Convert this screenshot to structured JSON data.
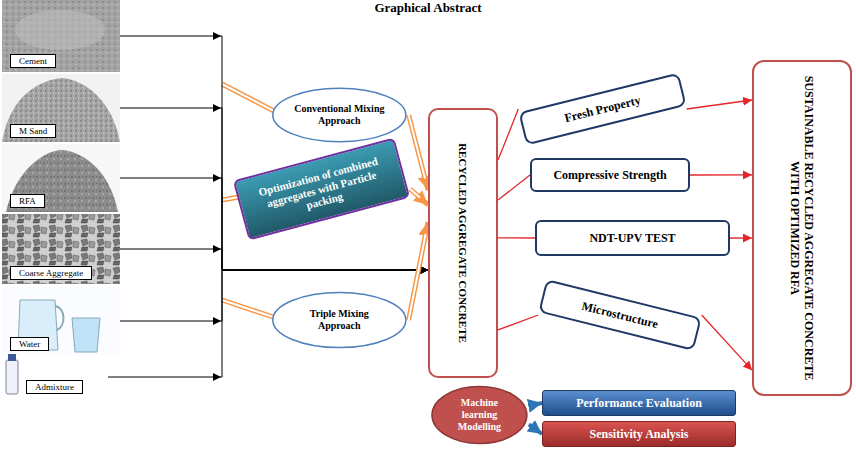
{
  "diagram": {
    "title": "Graphical Abstract",
    "nodes": [
      {
        "text": [
          "Cement"
        ]
      },
      {
        "text": [
          "M Sand"
        ]
      },
      {
        "text": [
          "RFA"
        ]
      },
      {
        "text": [
          "Coarse Aggregate"
        ]
      },
      {
        "text": [
          "Water"
        ]
      },
      {
        "text": [
          "Admixture"
        ]
      },
      {
        "text": [
          "Conventional Mixing Approach"
        ]
      },
      {
        "text": [
          "Optimization of combined aggregates with Particle packing"
        ]
      },
      {
        "text": [
          "Triple Mixing Approach"
        ]
      },
      {
        "text": [
          "RECYCLED AGGREGATE CONCRETE"
        ]
      },
      {
        "text": [
          "Fresh Property"
        ]
      },
      {
        "text": [
          "Compressive Strength"
        ]
      },
      {
        "text": [
          "NDT-UPV TEST"
        ]
      },
      {
        "text": [
          "Microstructure"
        ]
      },
      {
        "text": [
          "SUSTAINABLE RECYCLED AGGREGATE CONCRETE WITH OPTIMIZED RFA"
        ]
      },
      {
        "text": [
          "Machine learning Modelling"
        ]
      },
      {
        "text": [
          "Performance Evaluation"
        ]
      },
      {
        "text": [
          "Sensitivity Analysis"
        ]
      }
    ],
    "edges": [
      {
        "from": 0,
        "to": 9,
        "arrow": "to"
      },
      {
        "from": 1,
        "to": 9,
        "arrow": "to"
      },
      {
        "from": 2,
        "to": 9,
        "arrow": "to"
      },
      {
        "from": 3,
        "to": 9,
        "arrow": "to"
      },
      {
        "from": 4,
        "to": 9,
        "arrow": "to"
      },
      {
        "from": 5,
        "to": 9,
        "arrow": "to"
      },
      {
        "from": 6,
        "to": 9,
        "arrow": "to"
      },
      {
        "from": 7,
        "to": 9,
        "arrow": "to"
      },
      {
        "from": 8,
        "to": 9,
        "arrow": "to"
      },
      {
        "from": 9,
        "to": 10,
        "arrow": "none"
      },
      {
        "from": 10,
        "to": 14,
        "arrow": "to"
      },
      {
        "from": 9,
        "to": 11,
        "arrow": "none"
      },
      {
        "from": 11,
        "to": 14,
        "arrow": "to"
      },
      {
        "from": 9,
        "to": 12,
        "arrow": "none"
      },
      {
        "from": 12,
        "to": 14,
        "arrow": "to"
      },
      {
        "from": 9,
        "to": 13,
        "arrow": "none"
      },
      {
        "from": 13,
        "to": 14,
        "arrow": "to"
      },
      {
        "from": 15,
        "to": 16,
        "arrow": "to"
      },
      {
        "from": 15,
        "to": 17,
        "arrow": "to"
      }
    ]
  }
}
